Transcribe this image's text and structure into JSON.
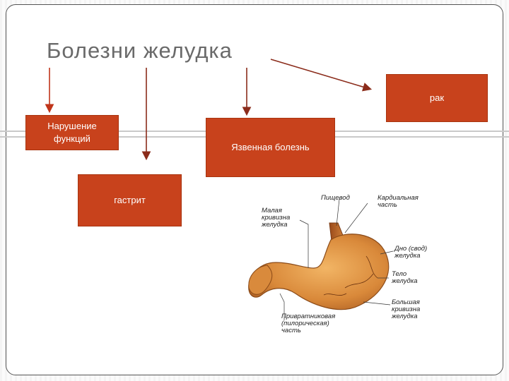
{
  "title": "Болезни желудка",
  "boxes": {
    "rak": "рак",
    "functions": "Нарушение\nфункций",
    "ulcer": "Язвенная болезнь",
    "gastrit": "гастрит"
  },
  "colors": {
    "box_fill": "#c8421c",
    "arrow_main": "#c0351a",
    "arrow_alt": "#8b2c1b"
  },
  "illustration": {
    "labels": {
      "esophagus": "Пищевод",
      "cardia": "Кардиальная\nчасть",
      "lesser_curvature": "Малая\nкривизна\nжелудка",
      "fundus": "Дно (свод)\nжелудка",
      "body": "Тело\nжелудка",
      "greater_curvature": "Большая\nкривизна\nжелудка",
      "pyloric": "Привратниковая\n(пилорическая)\nчасть"
    }
  }
}
